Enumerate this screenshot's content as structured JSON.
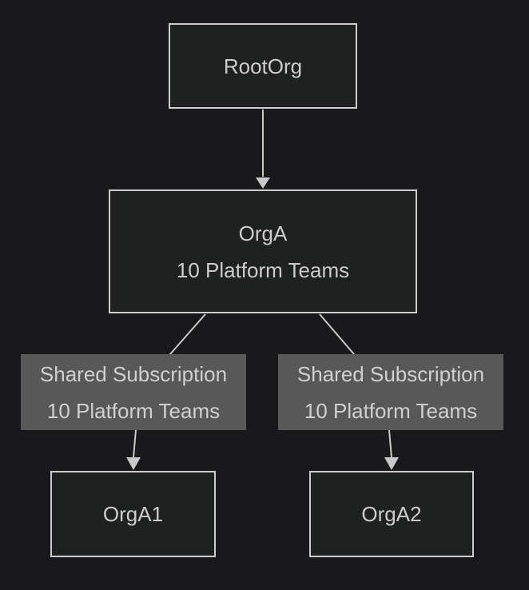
{
  "theme": {
    "background": "#19191b",
    "node_fill": "#1f2120",
    "node_border": "#cccccc",
    "text_color": "#cccccc",
    "edge_color": "#c9c9c9",
    "edge_label_bg": "#585858",
    "edge_label_text": "#d0d0d0"
  },
  "diagram": {
    "type": "flowchart",
    "direction": "top-down",
    "nodes": [
      {
        "id": "RootOrg",
        "lines": [
          "RootOrg"
        ]
      },
      {
        "id": "OrgA",
        "lines": [
          "OrgA",
          "10 Platform Teams"
        ]
      },
      {
        "id": "OrgA1",
        "lines": [
          "OrgA1"
        ]
      },
      {
        "id": "OrgA2",
        "lines": [
          "OrgA2"
        ]
      }
    ],
    "edges": [
      {
        "from": "RootOrg",
        "to": "OrgA",
        "label": []
      },
      {
        "from": "OrgA",
        "to": "OrgA1",
        "label": [
          "Shared Subscription",
          "10 Platform Teams"
        ]
      },
      {
        "from": "OrgA",
        "to": "OrgA2",
        "label": [
          "Shared Subscription",
          "10 Platform Teams"
        ]
      }
    ]
  }
}
